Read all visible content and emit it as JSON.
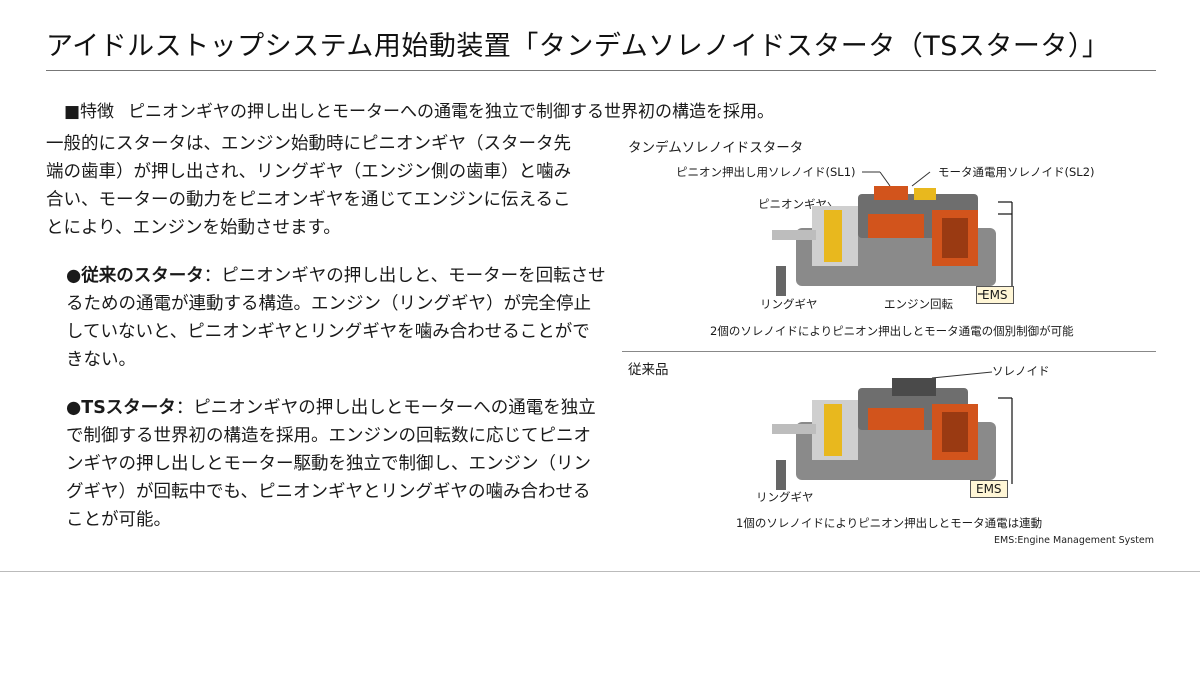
{
  "title": "アイドルストップシステム用始動装置「タンデムソレノイドスタータ（TSスタータ）」",
  "feature": {
    "tag": "■特徴",
    "text": "ピニオンギヤの押し出しとモーターへの通電を独立で制御する世界初の構造を採用。"
  },
  "body": {
    "intro": "一般的にスタータは、エンジン始動時にピニオンギヤ（スタータ先端の歯車）が押し出され、リングギヤ（エンジン側の歯車）と噛み合い、モーターの動力をピニオンギヤを通じてエンジンに伝えることにより、エンジンを始動させます。",
    "conventional": {
      "head": "●従来のスタータ",
      "text": "：ピニオンギヤの押し出しと、モーターを回転させるための通電が連動する構造。エンジン（リングギヤ）が完全停止していないと、ピニオンギヤとリングギヤを噛み合わせることができない。"
    },
    "ts": {
      "head": "●TSスタータ",
      "text": "：ピニオンギヤの押し出しとモーターへの通電を独立で制御する世界初の構造を採用。エンジンの回転数に応じてピニオンギヤの押し出しとモーター駆動を独立で制御し、エンジン（リングギヤ）が回転中でも、ピニオンギヤとリングギヤの噛み合わせることが可能。"
    }
  },
  "diagram_tandem": {
    "caption": "タンデムソレノイドスタータ",
    "label_sl1": "ピニオン押出し用ソレノイド(SL1)",
    "label_sl2": "モータ通電用ソレノイド(SL2)",
    "label_pinion": "ピニオンギヤ",
    "label_ring": "リングギヤ",
    "label_engine": "エンジン回転",
    "label_ems": "EMS",
    "note": "2個のソレノイドによりピニオン押出しとモータ通電の個別制御が可能"
  },
  "diagram_conventional": {
    "caption": "従来品",
    "label_solenoid": "ソレノイド",
    "label_ring": "リングギヤ",
    "label_ems": "EMS",
    "note": "1個のソレノイドによりピニオン押出しとモータ通電は連動"
  },
  "footnote": "EMS:Engine Management System",
  "colors": {
    "copper": "#d2541c",
    "brass": "#e8b81e",
    "body_gray": "#8a8a8a",
    "ems_fill": "#fff6d6"
  }
}
